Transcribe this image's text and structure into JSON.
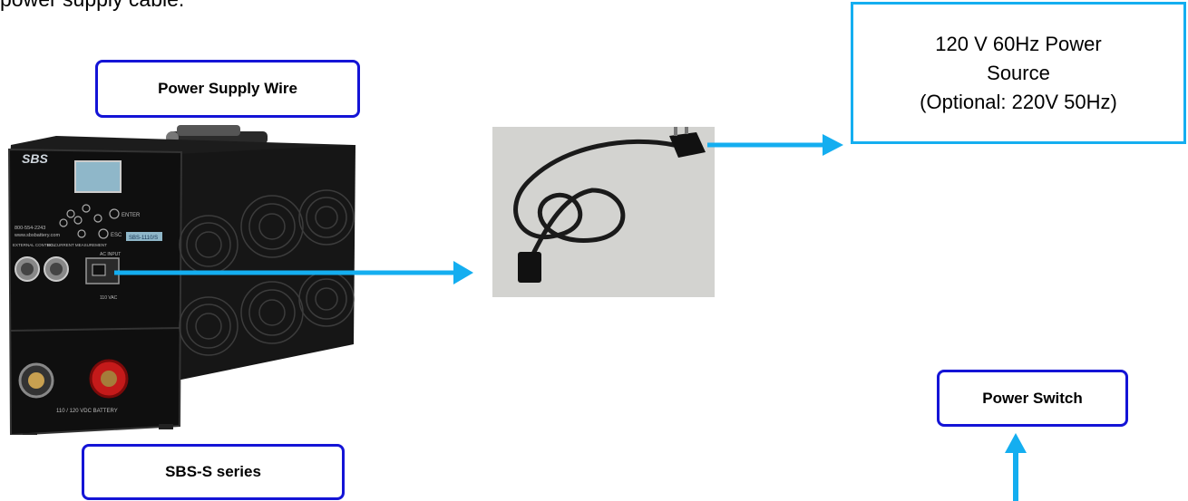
{
  "intro_text": "power supply cable.",
  "labels": {
    "power_supply_wire": "Power Supply Wire",
    "sbs_series": "SBS-S series",
    "power_switch": "Power Switch"
  },
  "power_source": {
    "line1": "120 V 60Hz Power",
    "line2": "Source",
    "line3": "(Optional: 220V 50Hz)"
  },
  "device": {
    "brand": "SBS",
    "phone": "800-554-2243",
    "website": "www.sbsbattery.com",
    "model": "SBS-1110/S",
    "enter_label": "ENTER",
    "esc_label": "ESC",
    "external_control": "EXTERNAL CONTROL",
    "dc_current": "DC CURRENT MEASUREMENT",
    "ac_input": "AC INPUT",
    "ac_voltage": "110 VAC",
    "battery_label": "110 / 120 VDC BATTERY"
  },
  "colors": {
    "arrow": "#14aef0",
    "label_border": "#1414d6",
    "source_border": "#14aef0"
  }
}
